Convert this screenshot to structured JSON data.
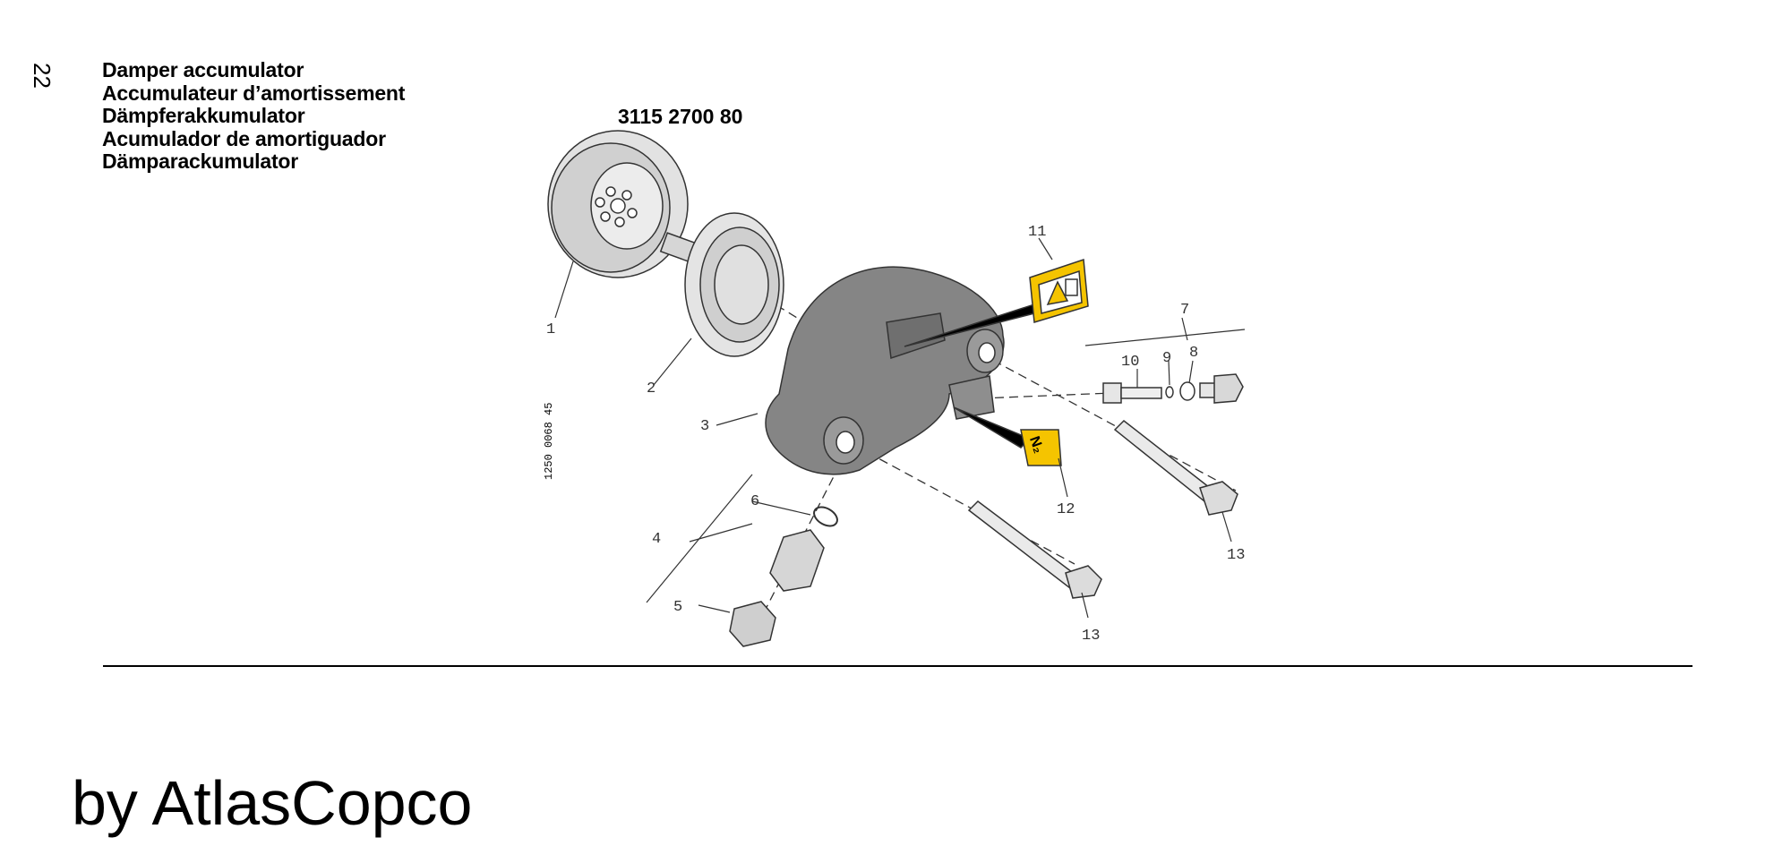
{
  "page": {
    "number": "22"
  },
  "titles": [
    "Damper accumulator",
    "Accumulateur d’amortissement",
    "Dämpferakkumulator",
    "Acumulador de amortiguador",
    "Dämparackumulator"
  ],
  "part_number": "3115 2700 80",
  "drawing_code": "1250 0068 45",
  "callouts": {
    "c1": "1",
    "c2": "2",
    "c3": "3",
    "c4": "4",
    "c5": "5",
    "c6": "6",
    "c7": "7",
    "c8": "8",
    "c9": "9",
    "c10": "10",
    "c11": "11",
    "c12": "12",
    "c13a": "13",
    "c13b": "13"
  },
  "labels": {
    "n2_symbol": "N₂"
  },
  "footer": {
    "brand": "by AtlasCopco"
  },
  "colors": {
    "label_yellow": "#f5c400",
    "body_gray": "#7d7d7d",
    "line": "#333333"
  }
}
